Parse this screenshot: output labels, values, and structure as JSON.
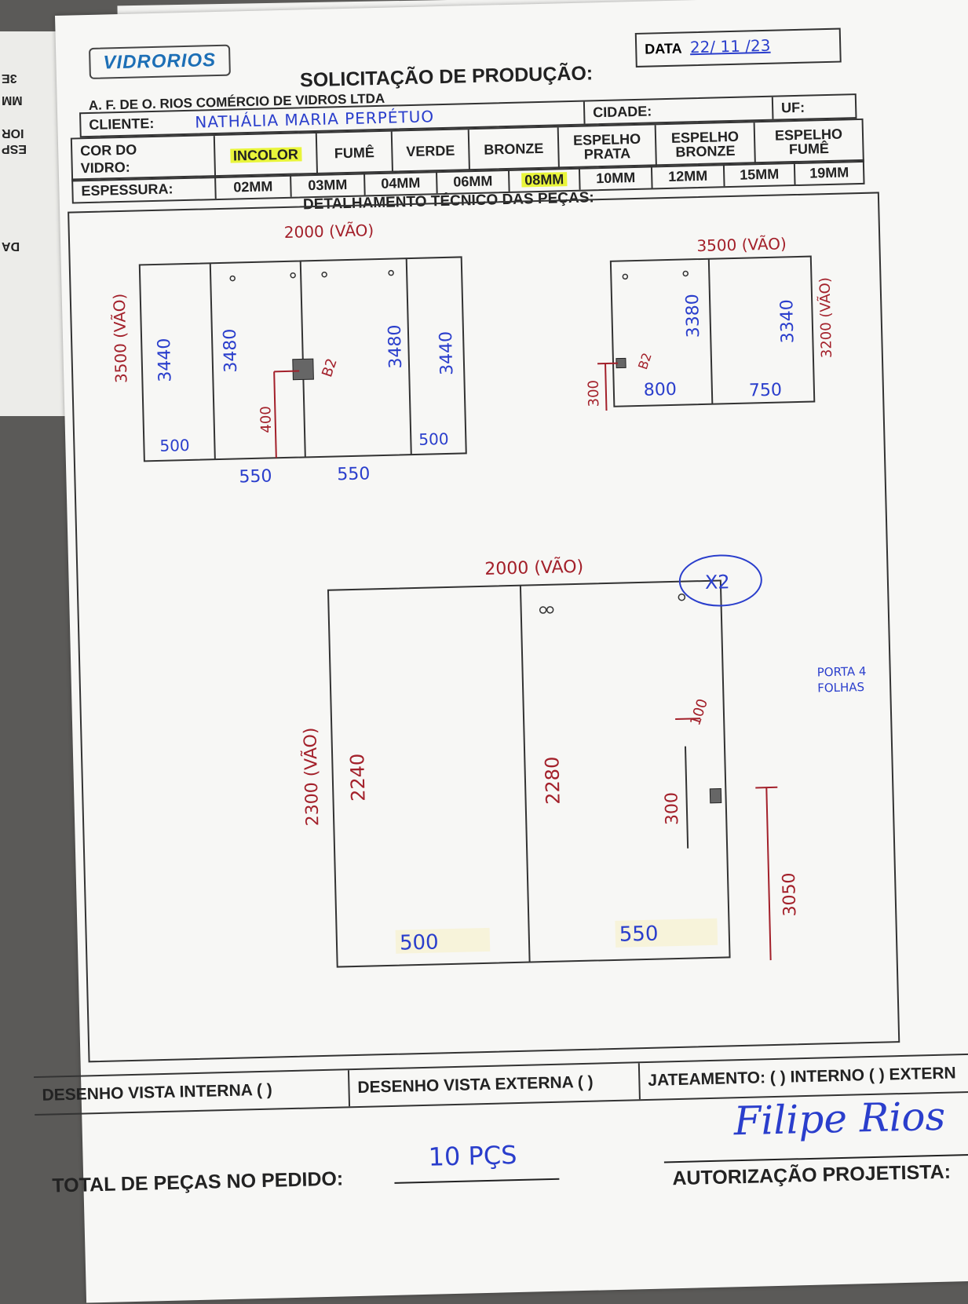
{
  "edge_texts": [
    "3E",
    "MM",
    "IOR",
    "ESP",
    "DA"
  ],
  "header": {
    "logo": "VIDRORIOS",
    "date_label": "DATA",
    "date_value": "22/ 11 /23",
    "title": "SOLICITAÇÃO DE PRODUÇÃO:",
    "company": "A. F. DE O. RIOS COMÉRCIO DE VIDROS LTDA"
  },
  "cliente": {
    "label": "CLIENTE:",
    "value": "NATHÁLIA MARIA PERPÉTUO",
    "cidade_label": "CIDADE:",
    "uf_label": "UF:"
  },
  "cor": {
    "label_1": "COR DO",
    "label_2": "VIDRO:",
    "options": [
      "INCOLOR",
      "FUMÊ",
      "VERDE",
      "BRONZE",
      "ESPELHO PRATA",
      "ESPELHO BRONZE",
      "ESPELHO FUMÊ"
    ],
    "selected": "INCOLOR"
  },
  "espessura": {
    "label": "ESPESSURA:",
    "options": [
      "02MM",
      "03MM",
      "04MM",
      "06MM",
      "08MM",
      "10MM",
      "12MM",
      "15MM",
      "19MM"
    ],
    "selected": "08MM"
  },
  "detail_title": "DETALHAMENTO TÉCNICO DAS PEÇAS:",
  "sketch1": {
    "top": "2000 (VÃO)",
    "side": "3500 (VÃO)",
    "h1": "3440",
    "h2": "3480",
    "h3": "3480",
    "h4": "3440",
    "w1": "500",
    "w2": "550",
    "w3": "550",
    "w4": "500",
    "handle_offset": "400",
    "handle": "B2"
  },
  "sketch2": {
    "top": "3500 (VÃO)",
    "side": "3200 (VÃO)",
    "h1": "3380",
    "h2": "3340",
    "w1": "800",
    "w2": "750",
    "handle_offset": "300",
    "handle": "B2"
  },
  "sketch3": {
    "top": "2000 (VÃO)",
    "side": "2300 (VÃO)",
    "h1": "2240",
    "h2": "2280",
    "w1": "500",
    "w2": "550",
    "mult": "X2",
    "m1": "100",
    "m2": "300",
    "m3": "3050"
  },
  "note": "PORTA 4 FOLHAS",
  "footer": {
    "vista_interna": "DESENHO VISTA INTERNA ( )",
    "vista_externa": "DESENHO VISTA EXTERNA ( )",
    "jateamento": "JATEAMENTO: ( ) INTERNO ( ) EXTERN",
    "total_label": "TOTAL DE PEÇAS NO PEDIDO:",
    "total_value": "10 PÇS",
    "auth_label": "AUTORIZAÇÃO PROJETISTA:",
    "signature": "Filipe Rios"
  }
}
